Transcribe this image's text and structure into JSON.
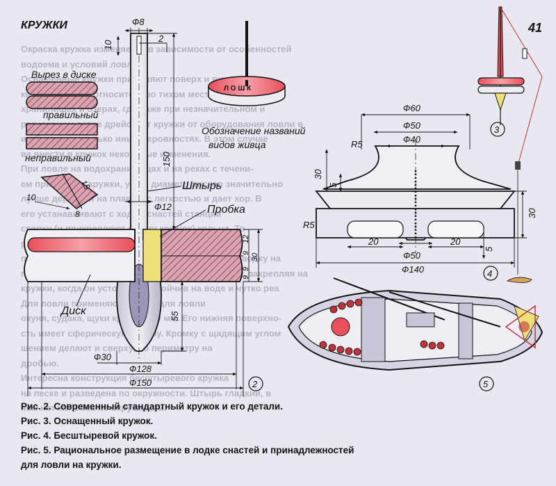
{
  "header": {
    "title": "КРУЖКИ",
    "page_number": "41"
  },
  "labels": {
    "notch": "Вырез в диске",
    "correct": "правильный",
    "incorrect": "неправильный",
    "designation_line1": "Обозначение названий",
    "designation_line2": "видов живца",
    "pin": "Штырь",
    "plug": "Пробка",
    "disk": "Диск",
    "disk_letters": "Л О Ш К",
    "fig2": "2",
    "fig3": "3",
    "fig4": "4",
    "fig5": "5"
  },
  "dims2": {
    "d8": "Ф8",
    "d2": "2",
    "d10": "10",
    "d150h": "150",
    "d15": "15",
    "d10b": "10",
    "d8b": "8",
    "d12": "Ф12",
    "d12b": "12",
    "d9a": "9",
    "d30": "30",
    "d9b": "9",
    "d9c": "9",
    "d55": "55",
    "d30b": "Ф30",
    "d128": "Ф128",
    "d150": "Ф150"
  },
  "dims4": {
    "d60": "Ф60",
    "d50": "Ф50",
    "d40": "Ф40",
    "r5a": "R5",
    "d30": "30",
    "d5": "5",
    "d30r": "30",
    "r5b": "R5",
    "d20a": "20",
    "d50b": "Ф50",
    "d20b": "20",
    "d5b": "5",
    "d140": "Ф140"
  },
  "captions": [
    "Рис. 2. Современный стандартный кружок и его детали.",
    "Рис. 3. Оснащенный кружок.",
    "Рис. 4. Бесштыревой кружок.",
    "Рис. 5. Рациональное размещение в лодке снастей и принадлежностей",
    "для ловли на кружки."
  ],
  "background_text": [
    "Окраска кружка изменяется в зависимости от особенностей",
    "водоема и условий ловли.",
    "Оснащенные кружки применяют поверх и внизу с лод-",
    "ки, оставляя их относительно тихом месту. На водо-",
    "хранилищах и озерах, где даже при незначительном и",
    "регулярном ветре дрейфуют кружки от оборудования ловли в",
    "и обычно несколько иных неровностях. В этом случае",
    "ва внести в кружок некоторые изменения.",
    "При ловле на водохранилищах и на реках с течени-",
    "ем применяют кружки, у них диаметр дисков значительно",
    "лучше держатся на плаву и с легкостью и дает хор. В",
    "его устанавливают с ходом снастей станции",
    "сверху (и прикрепляют к нему крючок) кольца. Тв",
    "ра. Поверхность канала",
    "пропитывают олифой и сушат. Затем кладут проводку на",
    "полированную поверхность закрепляют пробкой, закрепляя на",
    "кружки, когда он устойчиво устойчив на воде и чутко реа",
    "Для ловли применяют кружки для ловли",
    "окуня, судака, щуки кружки 100 мм. Его нижняя поверхно-",
    "сть имеет сферическую форму. Кромку с щадящим углом",
    "шением делают и сверху, по периметру на",
    "дробью.",
    "Интересна конструкция бесштыревого кружка",
    "на песке и разведена по окружности. Штырь гладкий, в",
    "нем нет желобка по окружности."
  ]
}
